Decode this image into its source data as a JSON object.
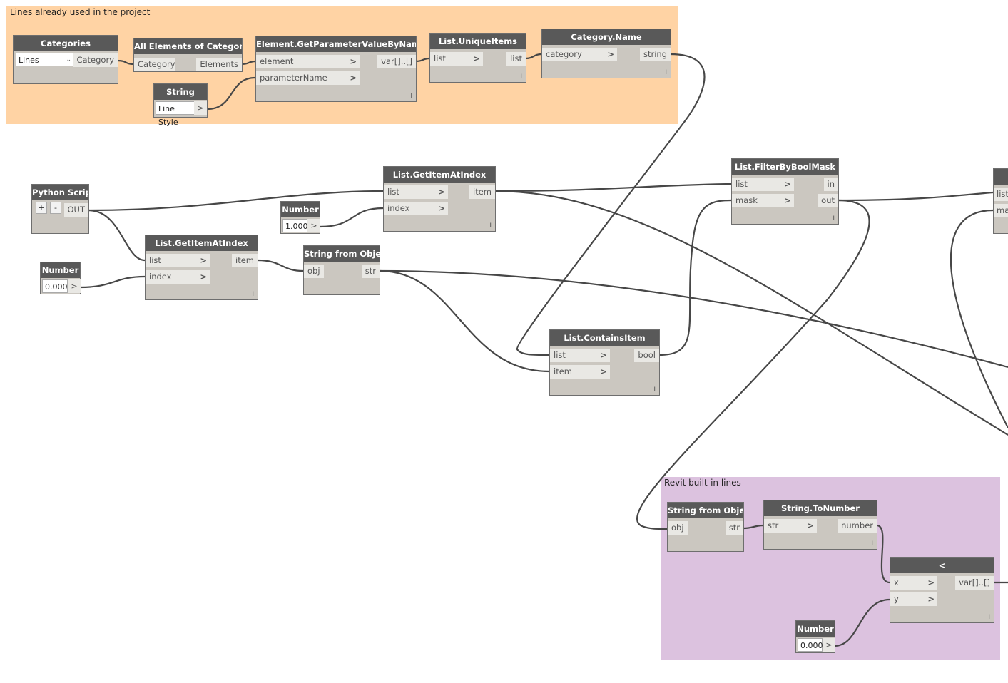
{
  "groups": {
    "top": {
      "title": "Lines already used in the project",
      "color": "#ffd3a4"
    },
    "bottom": {
      "title": "Revit built-in lines",
      "color": "#dcc2df"
    }
  },
  "nodes": {
    "categories": {
      "title": "Categories",
      "dropdown": "Lines",
      "out": "Category"
    },
    "all_elements": {
      "title": "All Elements of Category",
      "in": "Category",
      "out": "Elements"
    },
    "string_node": {
      "title": "String",
      "value": "Line Style",
      "out": ">"
    },
    "get_param": {
      "title": "Element.GetParameterValueByName",
      "in1": "element",
      "in2": "parameterName",
      "out": "var[]..[]"
    },
    "unique": {
      "title": "List.UniqueItems",
      "in": "list",
      "out": "list"
    },
    "cat_name": {
      "title": "Category.Name",
      "in": "category",
      "out": "string"
    },
    "python": {
      "title": "Python Script",
      "plus": "+",
      "minus": "-",
      "out": "OUT"
    },
    "number1": {
      "title": "Number",
      "value": "1.000",
      "out": ">"
    },
    "number0a": {
      "title": "Number",
      "value": "0.000",
      "out": ">"
    },
    "getitem1": {
      "title": "List.GetItemAtIndex",
      "in1": "list",
      "in2": "index",
      "out": "item"
    },
    "getitem2": {
      "title": "List.GetItemAtIndex",
      "in1": "list",
      "in2": "index",
      "out": "item"
    },
    "sfo1": {
      "title": "String from Object",
      "in": "obj",
      "out": "str"
    },
    "contains": {
      "title": "List.ContainsItem",
      "in1": "list",
      "in2": "item",
      "out": "bool"
    },
    "filter": {
      "title": "List.FilterByBoolMask",
      "in1": "list",
      "in2": "mask",
      "out1": "in",
      "out2": "out"
    },
    "right_partial": {
      "in1": "list",
      "in2": "ma"
    },
    "sfo2": {
      "title": "String from Object",
      "in": "obj",
      "out": "str"
    },
    "tonumber": {
      "title": "String.ToNumber",
      "in": "str",
      "out": "number"
    },
    "less": {
      "title": "<",
      "in1": "x",
      "in2": "y",
      "out": "var[]..[]"
    },
    "number0b": {
      "title": "Number",
      "value": "0.000",
      "out": ">"
    }
  },
  "lacing_mark": "I",
  "colors": {
    "header": "#595959",
    "body": "#cbc7c0",
    "port": "#e9e8e4",
    "wire": "#474747"
  }
}
